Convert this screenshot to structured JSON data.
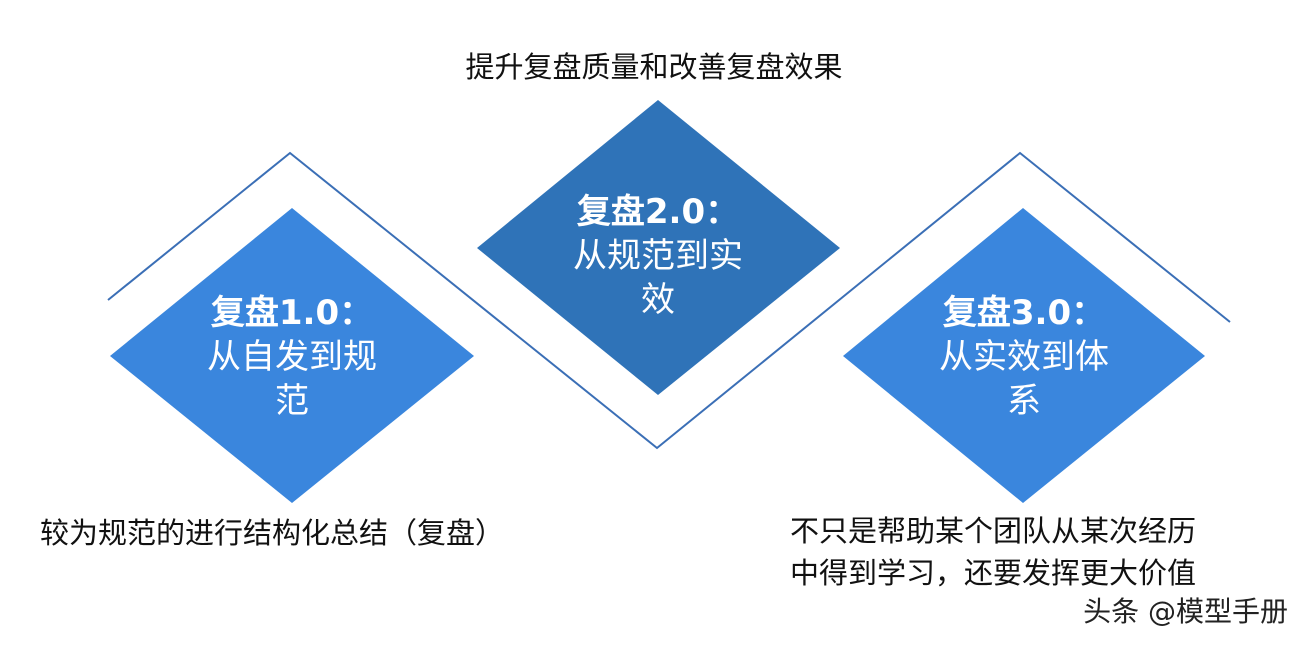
{
  "diagram": {
    "top_caption": "提升复盘质量和改善复盘效果",
    "stages": [
      {
        "title": "复盘1.0：",
        "subtitle_line1": "从自发到规",
        "subtitle_line2": "范",
        "color": "#3a86dd"
      },
      {
        "title": "复盘2.0：",
        "subtitle_line1": "从规范到实",
        "subtitle_line2": "效",
        "color": "#2f73b8"
      },
      {
        "title": "复盘3.0：",
        "subtitle_line1": "从实效到体",
        "subtitle_line2": "系",
        "color": "#3a86dd"
      }
    ],
    "left_caption": "较为规范的进行结构化总结（复盘）",
    "right_caption_line1": "不只是帮助某个团队从某次经历",
    "right_caption_line2": "中得到学习，还要发挥更大价值",
    "line_color": "#3b6fb6"
  },
  "watermark": "头条 @模型手册"
}
